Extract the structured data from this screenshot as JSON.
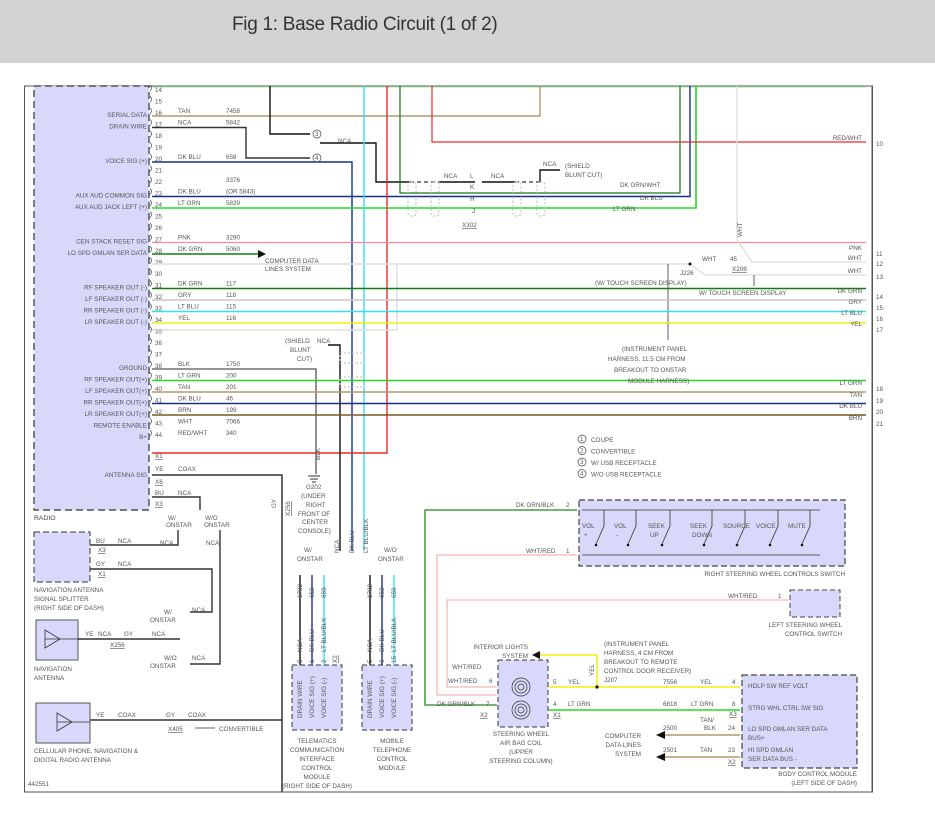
{
  "header": {
    "title": "Fig 1: Base Radio Circuit (1 of 2)"
  },
  "diagram_id": "442551",
  "radio": {
    "label": "RADIO",
    "pins": [
      {
        "pin": "14",
        "signal": "",
        "color": "",
        "circuit": ""
      },
      {
        "pin": "15",
        "signal": "",
        "color": "",
        "circuit": ""
      },
      {
        "pin": "16",
        "signal": "SERIAL DATA",
        "color": "TAN",
        "circuit": "7458"
      },
      {
        "pin": "17",
        "signal": "DRAIN WIRE",
        "color": "NCA",
        "circuit": "5842"
      },
      {
        "pin": "18",
        "signal": "",
        "color": "",
        "circuit": ""
      },
      {
        "pin": "19",
        "signal": "",
        "color": "",
        "circuit": ""
      },
      {
        "pin": "20",
        "signal": "VOICE SIG (+)",
        "color": "DK BLU",
        "circuit": "658"
      },
      {
        "pin": "21",
        "signal": "",
        "color": "",
        "circuit": ""
      },
      {
        "pin": "22",
        "signal": "",
        "color": "",
        "circuit": "3376"
      },
      {
        "pin": "23",
        "signal": "AUX AUD COMMON SIG",
        "color": "DK BLU",
        "circuit": "(OR 5843)"
      },
      {
        "pin": "24",
        "signal": "AUX AUD JACK LEFT (+)",
        "color": "LT GRN",
        "circuit": "5839"
      },
      {
        "pin": "25",
        "signal": "",
        "color": "",
        "circuit": ""
      },
      {
        "pin": "26",
        "signal": "",
        "color": "",
        "circuit": ""
      },
      {
        "pin": "27",
        "signal": "CEN STACK RESET SIG",
        "color": "PNK",
        "circuit": "3290"
      },
      {
        "pin": "28",
        "signal": "LO SPD GMLAN SER DATA",
        "color": "DK GRN",
        "circuit": "5060"
      },
      {
        "pin": "29",
        "signal": "",
        "color": "",
        "circuit": ""
      },
      {
        "pin": "30",
        "signal": "",
        "color": "",
        "circuit": ""
      },
      {
        "pin": "31",
        "signal": "RF SPEAKER OUT (-)",
        "color": "DK GRN",
        "circuit": "117"
      },
      {
        "pin": "32",
        "signal": "LF SPEAKER OUT (-)",
        "color": "GRY",
        "circuit": "118"
      },
      {
        "pin": "33",
        "signal": "RR SPEAKER OUT (-)",
        "color": "LT BLU",
        "circuit": "115"
      },
      {
        "pin": "34",
        "signal": "LR SPEAKER OUT (-)",
        "color": "YEL",
        "circuit": "116"
      },
      {
        "pin": "35",
        "signal": "",
        "color": "",
        "circuit": ""
      },
      {
        "pin": "36",
        "signal": "",
        "color": "",
        "circuit": ""
      },
      {
        "pin": "37",
        "signal": "",
        "color": "",
        "circuit": ""
      },
      {
        "pin": "38",
        "signal": "GROUND",
        "color": "BLK",
        "circuit": "1750"
      },
      {
        "pin": "39",
        "signal": "RF SPEAKER OUT(+)",
        "color": "LT GRN",
        "circuit": "200"
      },
      {
        "pin": "40",
        "signal": "LF SPEAKER OUT(+)",
        "color": "TAN",
        "circuit": "201"
      },
      {
        "pin": "41",
        "signal": "RR SPEAKER OUT(+)",
        "color": "DK BLU",
        "circuit": "46"
      },
      {
        "pin": "42",
        "signal": "LR SPEAKER OUT(+)",
        "color": "BRN",
        "circuit": "199"
      },
      {
        "pin": "43",
        "signal": "REMOTE ENABLE",
        "color": "WHT",
        "circuit": "7066"
      },
      {
        "pin": "44",
        "signal": "B+",
        "color": "RED/WHT",
        "circuit": "340"
      }
    ],
    "connector_x1": "X1",
    "antenna_sig": {
      "signal": "ANTENNA SIG",
      "color": "YE",
      "circuit": "COAX",
      "connector": "X6"
    },
    "x3_pin": {
      "color": "BU",
      "circuit": "NCA",
      "connector": "X3"
    }
  },
  "splice_options": {
    "w_onstar": "W/ ONSTAR",
    "wo_onstar": "W/O ONSTAR",
    "nca": "NCA"
  },
  "nav_splitter": {
    "label": "NAVIGATION ANTENNA SIGNAL SPLITTER (RIGHT SIDE OF DASH)",
    "lines": [
      "NAVIGATION ANTENNA",
      "SIGNAL SPLITTER",
      "(RIGHT SIDE OF DASH)"
    ],
    "pins": [
      {
        "color": "BU",
        "circuit": "NCA",
        "far": "NCA",
        "connector": "X3"
      },
      {
        "color": "GY",
        "circuit": "NCA",
        "connector": "X1"
      }
    ]
  },
  "nav_antenna": {
    "lines": [
      "NAVIGATION",
      "ANTENNA"
    ],
    "wire": {
      "color1": "YE",
      "circ1": "NCA",
      "color2": "GY",
      "circ2": "NCA",
      "connector": "X256"
    }
  },
  "cell_antenna": {
    "lines": [
      "CELLULAR PHONE, NAVIGATION &",
      "DIGITAL RADIO ANTENNA"
    ],
    "wire": {
      "color1": "YE",
      "circ1": "COAX",
      "color2": "GY",
      "circ2": "COAX",
      "connector": "X405",
      "note": "CONVERTIBLE"
    }
  },
  "x256_vertical": {
    "color": "GY",
    "connector": "X256"
  },
  "ground": {
    "color": "BLK",
    "id": "G202",
    "lines": [
      "G202",
      "(UNDER",
      "RIGHT",
      "FRONT OF",
      "CENTER",
      "CONSOLE)"
    ]
  },
  "shield_note": {
    "lines": [
      "(SHIELD",
      "BLUNT",
      "CUT)"
    ],
    "nca": "NCA"
  },
  "vertical_bundle": [
    "NCA",
    "DK BLU",
    "LT BLU/BLK"
  ],
  "telematics_module": {
    "lines": [
      "TELEMATICS",
      "COMMUNICATION",
      "INTERFACE",
      "CONTROL",
      "MODULE",
      "(RIGHT SIDE OF DASH)"
    ],
    "connector": "X2",
    "pins": [
      {
        "pin": "8",
        "color": "NCA",
        "circuit": "1782",
        "signal": "DRAIN WIRE"
      },
      {
        "pin": "1",
        "color": "DK BLU",
        "circuit": "658",
        "signal": "VOICE SIG (+)"
      },
      {
        "pin": "2",
        "color": "LT BLU/BLK",
        "circuit": "659",
        "signal": "VOICE SIG (-)"
      }
    ]
  },
  "mobile_phone_module": {
    "lines": [
      "MOBILE",
      "TELEPHONE",
      "CONTROL",
      "MODULE"
    ],
    "pins": [
      {
        "pin": "5",
        "color": "NCA",
        "circuit": "1782",
        "signal": "DRAIN WIRE"
      },
      {
        "pin": "6",
        "color": "DK BLU",
        "circuit": "658",
        "signal": "VOICE SIG (+)"
      },
      {
        "pin": "15",
        "color": "LT BLU/BLK",
        "circuit": "659",
        "signal": "VOICE SIG (-)"
      }
    ]
  },
  "usb_splice": {
    "nca": "NCA",
    "opt3": "3",
    "opt4": "4"
  },
  "x302": {
    "connector": "X302",
    "pins": [
      "L",
      "K",
      "H",
      "J"
    ],
    "nca_left": "NCA",
    "nca_right": "NCA",
    "nca_top": "NCA",
    "shield_note": [
      "(SHIELD",
      "BLUNT CUT)"
    ],
    "right_wires": [
      "DK GRN/WHT",
      "DK BLU",
      "LT GRN"
    ]
  },
  "computer_data_lines": [
    "COMPUTER DATA",
    "LINES SYSTEM"
  ],
  "right_pins": [
    {
      "pin": "10",
      "color": "RED/WHT"
    },
    {
      "pin": "11",
      "color": "PNK"
    },
    {
      "pin": "12",
      "color": "WHT"
    },
    {
      "pin": "13",
      "color": "WHT"
    },
    {
      "pin": "14",
      "color": "DK GRN"
    },
    {
      "pin": "15",
      "color": "GRY"
    },
    {
      "pin": "16",
      "color": "LT BLU"
    },
    {
      "pin": "17",
      "color": "YEL"
    },
    {
      "pin": "18",
      "color": "LT GRN"
    },
    {
      "pin": "19",
      "color": "TAN"
    },
    {
      "pin": "20",
      "color": "DK BLU"
    },
    {
      "pin": "21",
      "color": "BRN"
    }
  ],
  "touch_screen": {
    "wht_vertical": "WHT",
    "wire_color": "WHT",
    "circuit": "45",
    "connector": "X208",
    "splice": "J226",
    "splice_note": "(W/ TOUCH SCREEN DISPLAY)",
    "x208_note": "W/ TOUCH SCREEN DISPLAY"
  },
  "ip_harness_note": [
    "(INSTRUMENT PANEL",
    "HARNESS, 11.5 CM FROM",
    "BREAKOUT TO ONSTAR",
    "MODULE HARNESS)"
  ],
  "legend": [
    {
      "num": "1",
      "text": "COUPE"
    },
    {
      "num": "2",
      "text": "CONVERTIBLE"
    },
    {
      "num": "3",
      "text": "W/ USB RECEPTACLE"
    },
    {
      "num": "4",
      "text": "W/O USB RECEPTACLE"
    }
  ],
  "right_swc": {
    "label": "RIGHT STEERING WHEEL CONTROLS SWITCH",
    "pin2": {
      "pin": "2",
      "color": "DK GRN/BLK"
    },
    "pin1": {
      "pin": "1",
      "color": "WHT/RED"
    },
    "buttons": [
      {
        "l1": "VOL",
        "l2": "+"
      },
      {
        "l1": "VOL",
        "l2": "-"
      },
      {
        "l1": "SEEK",
        "l2": "UP"
      },
      {
        "l1": "SEEK",
        "l2": "DOWN"
      },
      {
        "l1": "SOURCE",
        "l2": ""
      },
      {
        "l1": "VOICE",
        "l2": ""
      },
      {
        "l1": "MUTE",
        "l2": ""
      }
    ]
  },
  "left_swc": {
    "lines": [
      "LEFT STEERING WHEEL",
      "CONTROL SWITCH"
    ],
    "pin": "1",
    "color": "WHT/RED"
  },
  "airbag_coil": {
    "lines": [
      "STEERING WHEEL",
      "AIR BAG COIL",
      "(UPPER",
      "STEERING COLUMN)"
    ],
    "interior_lights": [
      "INTERIOR LIGHTS",
      "SYSTEM"
    ],
    "left_pins": [
      {
        "pin": "6",
        "color": "WHT/RED"
      },
      {
        "pin": "7",
        "color": "DK GRN/BLK"
      }
    ],
    "wht_red_upper": "WHT/RED",
    "left_connector": "X2",
    "right_pins": [
      {
        "pin": "5",
        "color": "YEL"
      },
      {
        "pin": "4",
        "color": "LT GRN"
      }
    ],
    "right_connector": "X1",
    "yel_vertical": "YEL"
  },
  "ip_harness_note2": [
    "(INSTRUMENT PANEL",
    "HARNESS, 4 CM FROM",
    "BREAKOUT TO REMOTE",
    "CONTROL DOOR RECEIVER)"
  ],
  "j207": "J207",
  "bcm": {
    "lines": [
      "BODY CONTROL MODULE",
      "(LEFT SIDE OF DASH)"
    ],
    "pins": [
      {
        "pin": "4",
        "circuit": "7556",
        "color": "YEL",
        "signal": "HDLP SW REF VOLT"
      },
      {
        "pin": "8",
        "circuit": "6818",
        "color": "LT GRN",
        "signal": "STRG WHL CTRL SW SIG"
      },
      {
        "pin": "24",
        "circuit": "2500",
        "color": "TAN/ BLK",
        "signal": "LO SPD GMLAN SER DATA BUS+"
      },
      {
        "pin": "23",
        "circuit": "2501",
        "color": "TAN",
        "signal": "HI SPD GMLAN SER DATA BUS -"
      }
    ],
    "connector_x3": "X3",
    "connector_x2": "X2",
    "data_lines": [
      "COMPUTER",
      "DATA LINES",
      "SYSTEM"
    ],
    "sig3_l1": "LO SPD GMLAN SER DATA",
    "sig3_l2": "BUS+",
    "sig4_l1": "HI SPD GMLAN",
    "sig4_l2": "SER DATA BUS -",
    "tan_l1": "TAN/",
    "tan_l2": "BLK"
  },
  "wire_colors": {
    "TAN": "#b09a6a",
    "DK_BLU": "#1a2e8a",
    "LT_GRN": "#22dd22",
    "PNK": "#f08ca0",
    "DK_GRN": "#157a15",
    "GRY": "#c8c8c8",
    "LT_BLU": "#33e0ee",
    "YEL": "#f2ee10",
    "BRN": "#7a5a20",
    "WHT": "#dddddd",
    "RED_WHT": "#ee2a2a",
    "BLK": "#111111",
    "WHT_RED": "#f4b8b8",
    "DK_GRN_BLK": "#228822",
    "module_fill": "#d8d8fa"
  }
}
